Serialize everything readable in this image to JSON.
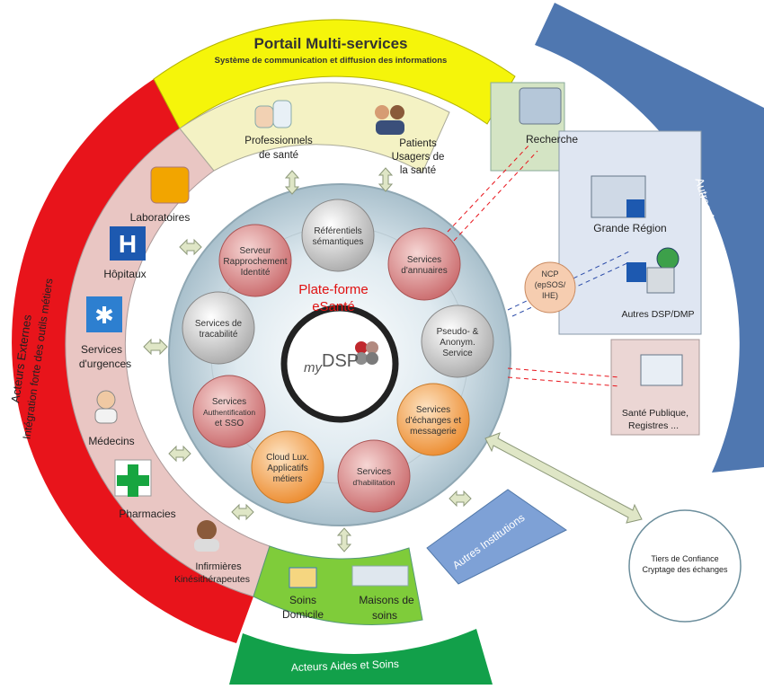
{
  "portal": {
    "title": "Portail Multi-services",
    "subtitle": "Système de communication et diffusion des informations"
  },
  "top_actors": [
    {
      "lines": [
        "Professionnels",
        "de santé"
      ],
      "icon": "doctors-icon"
    },
    {
      "lines": [
        "Patients",
        "Usagers de",
        "la santé"
      ],
      "icon": "patients-icon"
    }
  ],
  "left_actors": [
    {
      "label": "Laboratoires",
      "icon": "laboratory-icon"
    },
    {
      "label": "Hôpitaux",
      "icon": "hospital-icon"
    },
    {
      "lines": [
        "Services",
        "d'urgences"
      ],
      "icon": "emergency-icon"
    },
    {
      "label": "Médecins",
      "icon": "doctor-icon"
    },
    {
      "label": "Pharmacies",
      "icon": "pharmacy-cross-icon"
    },
    {
      "lines": [
        "Infirmières",
        "Kinésithérapeutes"
      ],
      "icon": "nurse-icon"
    }
  ],
  "outer_left_band": {
    "line1": "Acteurs Externes",
    "line2": "Intégration forte des outils métiers"
  },
  "bottom_actors": [
    {
      "lines": [
        "Soins",
        "Domicile"
      ],
      "icon": "home-care-icon"
    },
    {
      "lines": [
        "Maisons de",
        "soins"
      ],
      "icon": "care-home-icon"
    }
  ],
  "bottom_band": "Acteurs Aides et Soins",
  "right_band": "Autres Acteurs",
  "institutions": "Autres Institutions",
  "right_actors": {
    "recherche": "Recherche",
    "grande_region": "Grande Région",
    "autres_dsp": "Autres DSP/DMP",
    "sante_publique_lines": [
      "Santé Publique,",
      "Registres ..."
    ]
  },
  "ncp_lines": [
    "NCP",
    "(epSOS/",
    "IHE)"
  ],
  "tiers": [
    "Tiers de Confiance",
    "Cryptage des échanges"
  ],
  "platform": {
    "title_lines": [
      "Plate-forme",
      "eSanté"
    ],
    "logo_text_my": "my",
    "logo_text_dsp": "DSP"
  },
  "services": [
    {
      "lines": [
        "Référentiels",
        "sémantiques"
      ],
      "style": "grey"
    },
    {
      "lines": [
        "Services",
        "d'annuaires"
      ],
      "style": "rose"
    },
    {
      "lines": [
        "Pseudo- &",
        "Anonym.",
        "Service"
      ],
      "style": "grey"
    },
    {
      "lines": [
        "Services",
        "d'échanges et",
        "messagerie"
      ],
      "style": "orange"
    },
    {
      "lines": [
        "Services",
        "d'habilitation"
      ],
      "style": "rose"
    },
    {
      "lines": [
        "Cloud Lux.",
        "Applicatifs",
        "métiers"
      ],
      "style": "orange"
    },
    {
      "lines": [
        "Services",
        "Authentification",
        "et SSO"
      ],
      "style": "rose"
    },
    {
      "lines": [
        "Services de",
        "tracabilité"
      ],
      "style": "grey"
    },
    {
      "lines": [
        "Serveur",
        "Rapprochement",
        "Identité"
      ],
      "style": "rose"
    }
  ],
  "colors": {
    "red_band": "#e8141b",
    "yellow_band": "#f5f50a",
    "blue_band": "#4f77b0",
    "light_blue": "#7ea1d6",
    "green_band": "#12a04a",
    "green_light": "#7fcc3a",
    "pink_ring": "#e9c6c3",
    "yellow_light": "#f4f2c4",
    "green_pale": "#d4e4c4",
    "rose": "#d8787a",
    "orange": "#f0a050",
    "grey": "#c8c8c8",
    "platform_title": "#e01010"
  }
}
